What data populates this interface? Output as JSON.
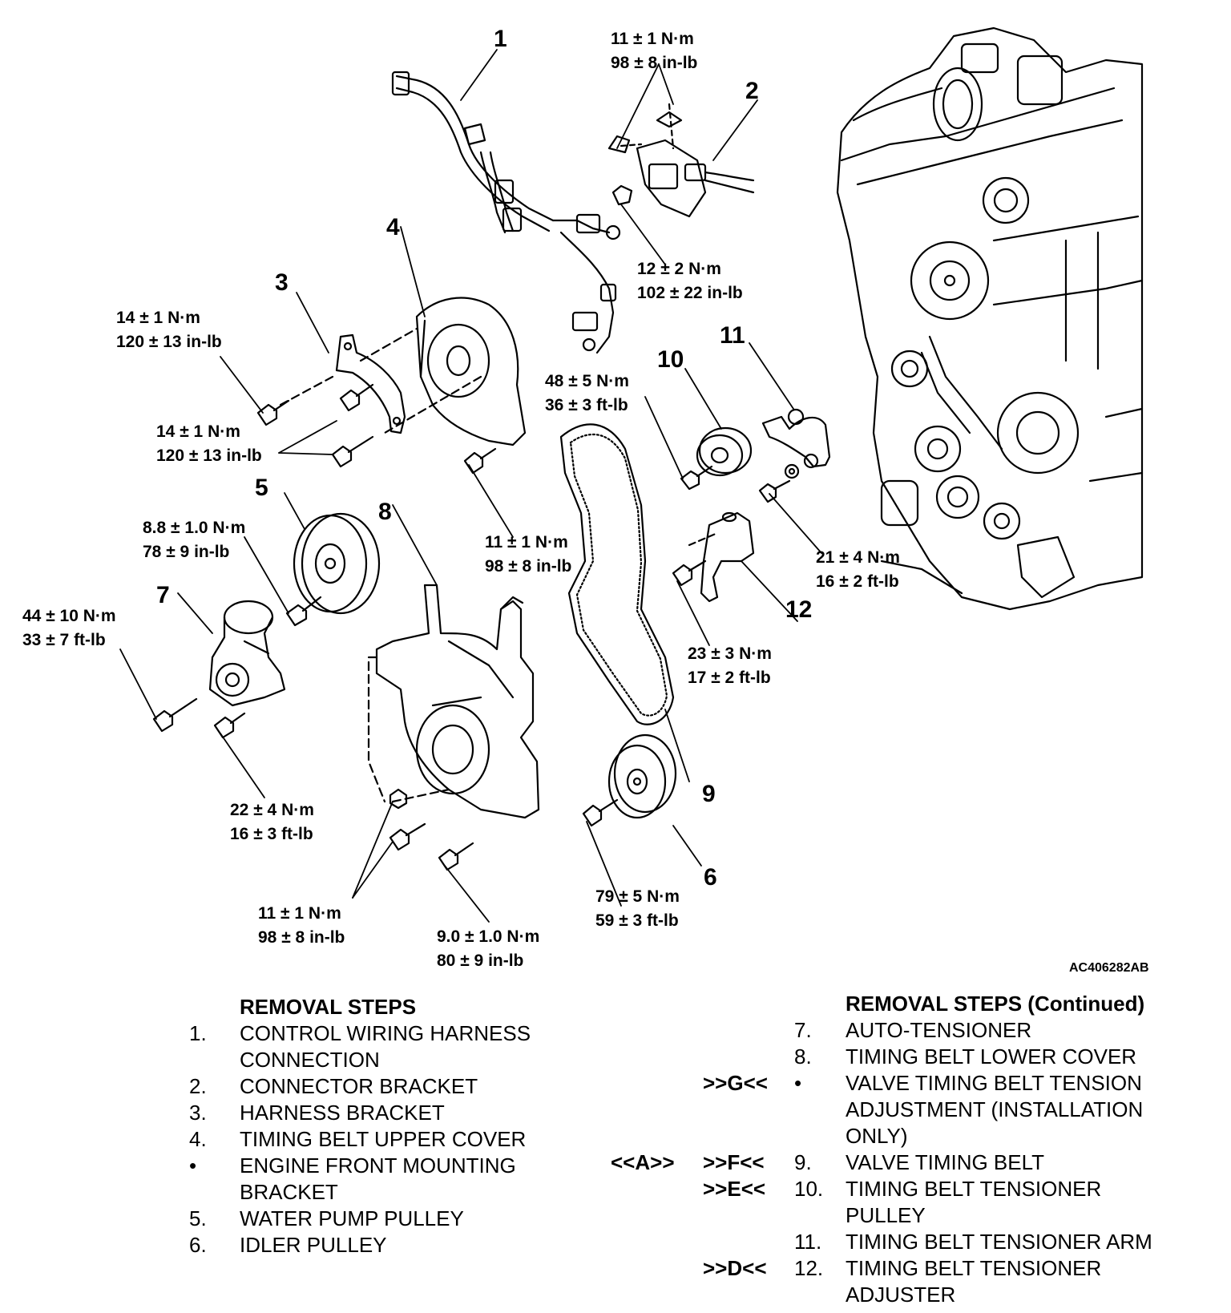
{
  "figure_id": "AC406282AB",
  "callouts": [
    "1",
    "2",
    "3",
    "4",
    "5",
    "6",
    "7",
    "8",
    "9",
    "10",
    "11",
    "12"
  ],
  "torques": {
    "t_top_bolts": [
      "11 ± 1 N·m",
      "98 ± 8 in-lb"
    ],
    "t_nut_2": [
      "12 ± 2 N·m",
      "102 ± 22 in-lb"
    ],
    "t_3_upper": [
      "14 ± 1 N·m",
      "120 ± 13 in-lb"
    ],
    "t_3_lower": [
      "14 ± 1 N·m",
      "120 ± 13 in-lb"
    ],
    "t_4_cover": [
      "11 ± 1 N·m",
      "98 ± 8 in-lb"
    ],
    "t_10": [
      "48 ± 5 N·m",
      "36 ± 3 ft-lb"
    ],
    "t_5": [
      "8.8 ± 1.0 N·m",
      "78 ± 9 in-lb"
    ],
    "t_7": [
      "44 ± 10 N·m",
      "33 ± 7 ft-lb"
    ],
    "t_11": [
      "21 ± 4 N·m",
      "16 ± 2 ft-lb"
    ],
    "t_12": [
      "23 ± 3 N·m",
      "17 ± 2 ft-lb"
    ],
    "t_7_lower": [
      "22 ± 4 N·m",
      "16 ± 3 ft-lb"
    ],
    "t_8": [
      "11 ± 1 N·m",
      "98 ± 8 in-lb"
    ],
    "t_8_bolt": [
      "9.0 ± 1.0 N·m",
      "80 ± 9 in-lb"
    ],
    "t_6": [
      "79 ± 5 N·m",
      "59 ± 3 ft-lb"
    ]
  },
  "left_steps": {
    "header": "REMOVAL STEPS",
    "items": [
      {
        "num": "1.",
        "text": "CONTROL WIRING HARNESS"
      },
      {
        "num": "",
        "text": "CONNECTION"
      },
      {
        "num": "2.",
        "text": "CONNECTOR BRACKET"
      },
      {
        "num": "3.",
        "text": "HARNESS BRACKET"
      },
      {
        "num": "4.",
        "text": "TIMING BELT UPPER COVER"
      },
      {
        "num": "•",
        "text": "ENGINE FRONT MOUNTING"
      },
      {
        "num": "",
        "text": "BRACKET"
      },
      {
        "num": "5.",
        "text": "WATER PUMP PULLEY"
      },
      {
        "num": "6.",
        "text": "IDLER PULLEY"
      }
    ]
  },
  "right_steps": {
    "header": "REMOVAL STEPS (Continued)",
    "items": [
      {
        "ref1": "",
        "ref2": "",
        "num": "7.",
        "text": "AUTO-TENSIONER"
      },
      {
        "ref1": "",
        "ref2": "",
        "num": "8.",
        "text": "TIMING BELT LOWER COVER"
      },
      {
        "ref1": "",
        "ref2": ">>G<<",
        "num": "•",
        "text": "VALVE TIMING BELT TENSION"
      },
      {
        "ref1": "",
        "ref2": "",
        "num": "",
        "text": "ADJUSTMENT (INSTALLATION"
      },
      {
        "ref1": "",
        "ref2": "",
        "num": "",
        "text": "ONLY)"
      },
      {
        "ref1": "<<A>>",
        "ref2": ">>F<<",
        "num": "9.",
        "text": "VALVE TIMING BELT"
      },
      {
        "ref1": "",
        "ref2": ">>E<<",
        "num": "10.",
        "text": "TIMING BELT TENSIONER"
      },
      {
        "ref1": "",
        "ref2": "",
        "num": "",
        "text": "PULLEY"
      },
      {
        "ref1": "",
        "ref2": "",
        "num": "11.",
        "text": "TIMING BELT TENSIONER ARM"
      },
      {
        "ref1": "",
        "ref2": ">>D<<",
        "num": "12.",
        "text": "TIMING BELT TENSIONER"
      },
      {
        "ref1": "",
        "ref2": "",
        "num": "",
        "text": "ADJUSTER"
      }
    ]
  }
}
